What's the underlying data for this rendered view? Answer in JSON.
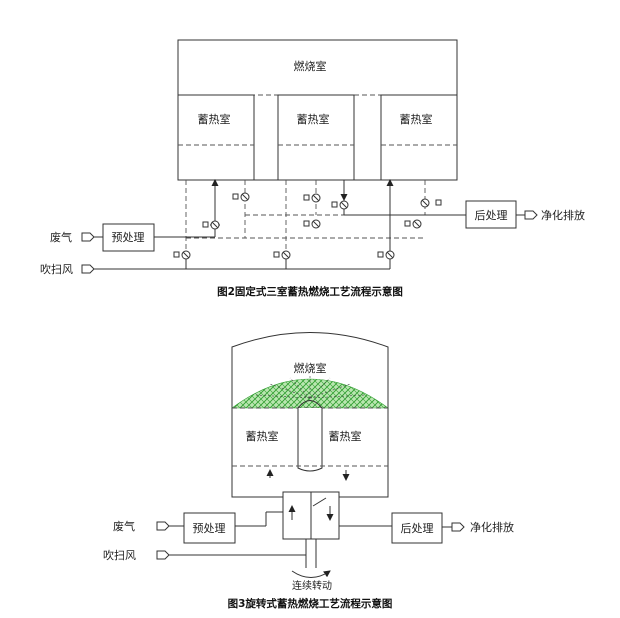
{
  "figure2": {
    "combustion_chamber": "燃烧室",
    "regen_chambers": [
      "蓄热室",
      "蓄热室",
      "蓄热室"
    ],
    "waste_gas": "废气",
    "pretreatment": "预处理",
    "purge_air": "吹扫风",
    "post_treatment": "后处理",
    "clean_discharge": "净化排放",
    "caption": "图2固定式三室蓄热燃烧工艺流程示意图"
  },
  "figure3": {
    "combustion_chamber": "燃烧室",
    "regen_chamber_left": "蓄热室",
    "regen_chamber_right": "蓄热室",
    "waste_gas": "废气",
    "pretreatment": "预处理",
    "purge_air": "吹扫风",
    "post_treatment": "后处理",
    "clean_discharge": "净化排放",
    "rotation": "连续转动",
    "caption": "图3旋转式蓄热燃烧工艺流程示意图"
  },
  "colors": {
    "heat_zone": "#3dbb3d",
    "line": "#333333"
  }
}
